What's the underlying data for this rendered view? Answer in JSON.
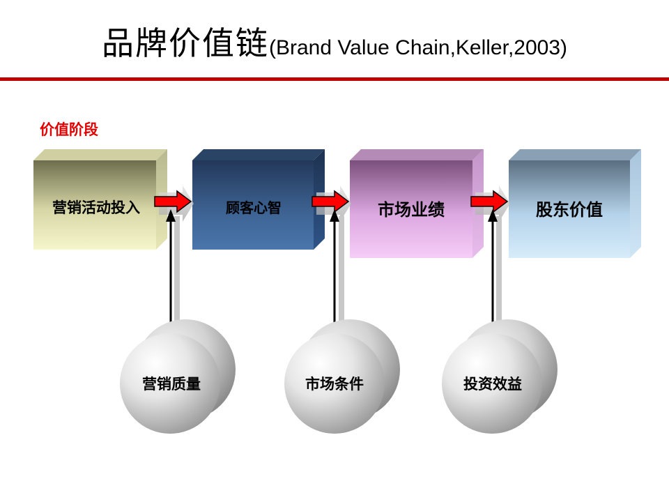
{
  "title": {
    "main": "品牌价值链",
    "sub": "(Brand Value Chain,Keller,2003)"
  },
  "stage_label": "价值阶段",
  "stages": [
    {
      "label": "营销活动投入"
    },
    {
      "label": "顾客心智"
    },
    {
      "label": "市场业绩"
    },
    {
      "label": "股东价值"
    }
  ],
  "multipliers": [
    {
      "label": "营销质量"
    },
    {
      "label": "市场条件"
    },
    {
      "label": "投资效益"
    }
  ],
  "colors": {
    "accent_red": "#e00000",
    "rule": "#c00000",
    "arrow": "#ff0000"
  }
}
